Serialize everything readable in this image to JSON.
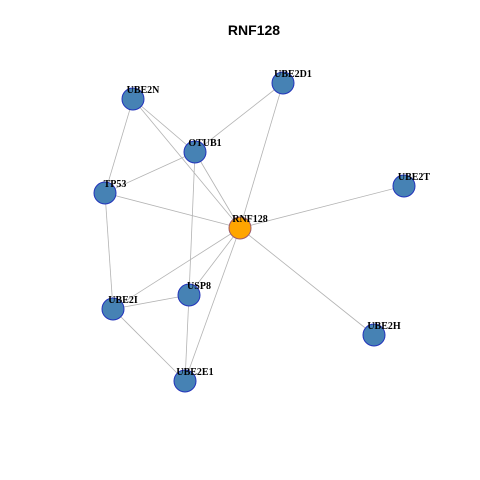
{
  "title": "RNF128",
  "colors": {
    "hub_node": "#FFA500",
    "node": "#4682B4",
    "edge": "#b3b3b3",
    "node_border": "#2233bb"
  },
  "nodes": [
    {
      "id": "RNF128",
      "label": "RNF128",
      "hub": true
    },
    {
      "id": "UBE2N",
      "label": "UBE2N",
      "hub": false
    },
    {
      "id": "UBE2D1",
      "label": "UBE2D1",
      "hub": false
    },
    {
      "id": "OTUB1",
      "label": "OTUB1",
      "hub": false
    },
    {
      "id": "TP53",
      "label": "TP53",
      "hub": false
    },
    {
      "id": "UBE2T",
      "label": "UBE2T",
      "hub": false
    },
    {
      "id": "USP8",
      "label": "USP8",
      "hub": false
    },
    {
      "id": "UBE2I",
      "label": "UBE2I",
      "hub": false
    },
    {
      "id": "UBE2H",
      "label": "UBE2H",
      "hub": false
    },
    {
      "id": "UBE2E1",
      "label": "UBE2E1",
      "hub": false
    }
  ],
  "edges": [
    [
      "UBE2N",
      "OTUB1"
    ],
    [
      "UBE2N",
      "TP53"
    ],
    [
      "UBE2N",
      "RNF128"
    ],
    [
      "UBE2D1",
      "OTUB1"
    ],
    [
      "UBE2D1",
      "RNF128"
    ],
    [
      "OTUB1",
      "TP53"
    ],
    [
      "OTUB1",
      "RNF128"
    ],
    [
      "OTUB1",
      "USP8"
    ],
    [
      "TP53",
      "RNF128"
    ],
    [
      "TP53",
      "UBE2I"
    ],
    [
      "UBE2T",
      "RNF128"
    ],
    [
      "RNF128",
      "UBE2H"
    ],
    [
      "RNF128",
      "USP8"
    ],
    [
      "RNF128",
      "UBE2I"
    ],
    [
      "RNF128",
      "UBE2E1"
    ],
    [
      "USP8",
      "UBE2I"
    ],
    [
      "USP8",
      "UBE2E1"
    ],
    [
      "UBE2I",
      "UBE2E1"
    ]
  ]
}
